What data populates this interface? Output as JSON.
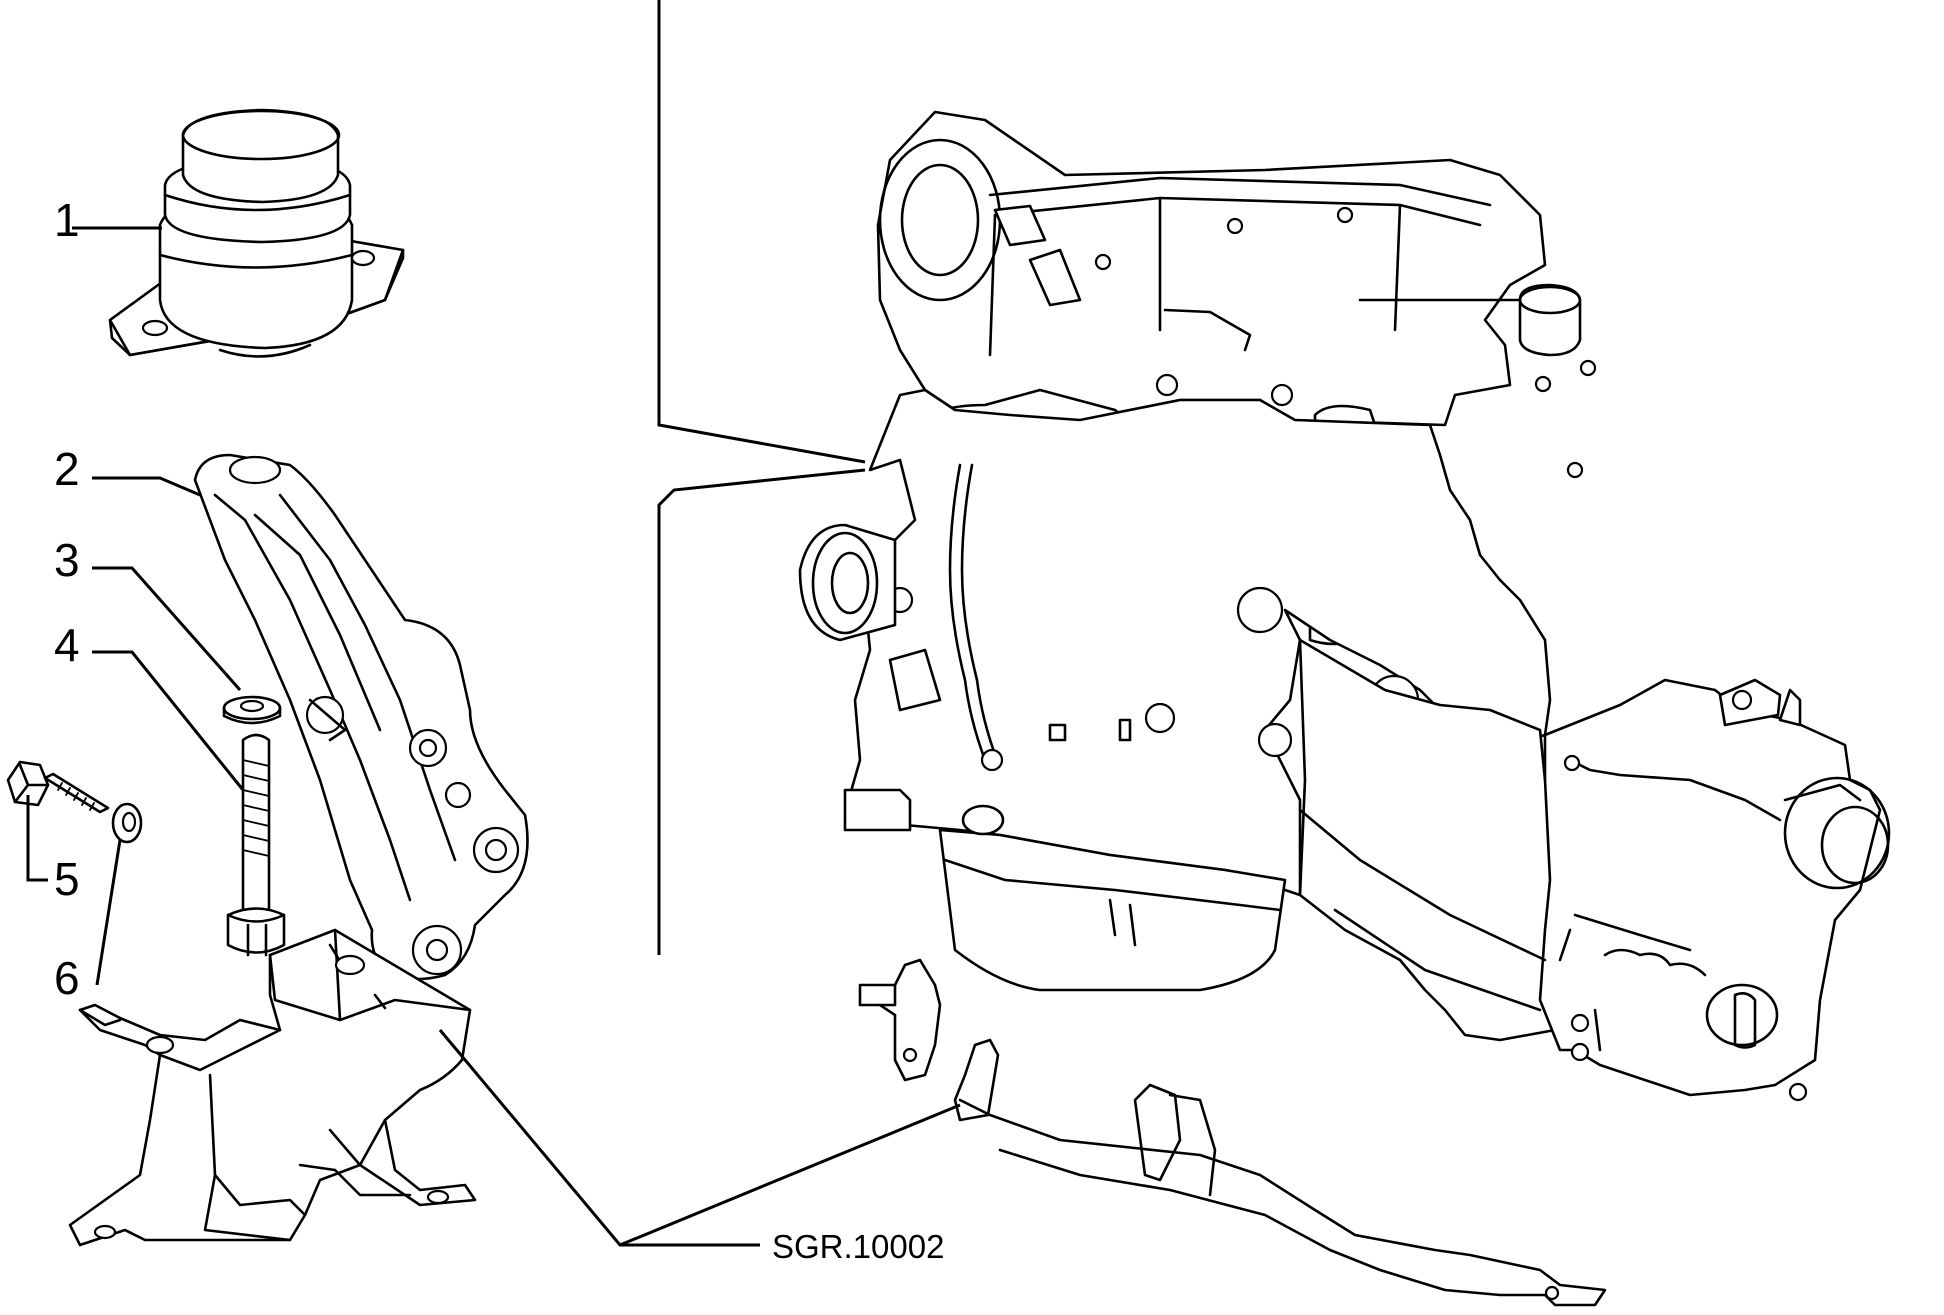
{
  "callouts": {
    "c1": "1",
    "c2": "2",
    "c3": "3",
    "c4": "4",
    "c5": "5",
    "c6": "6"
  },
  "reference": "SGR.10002"
}
